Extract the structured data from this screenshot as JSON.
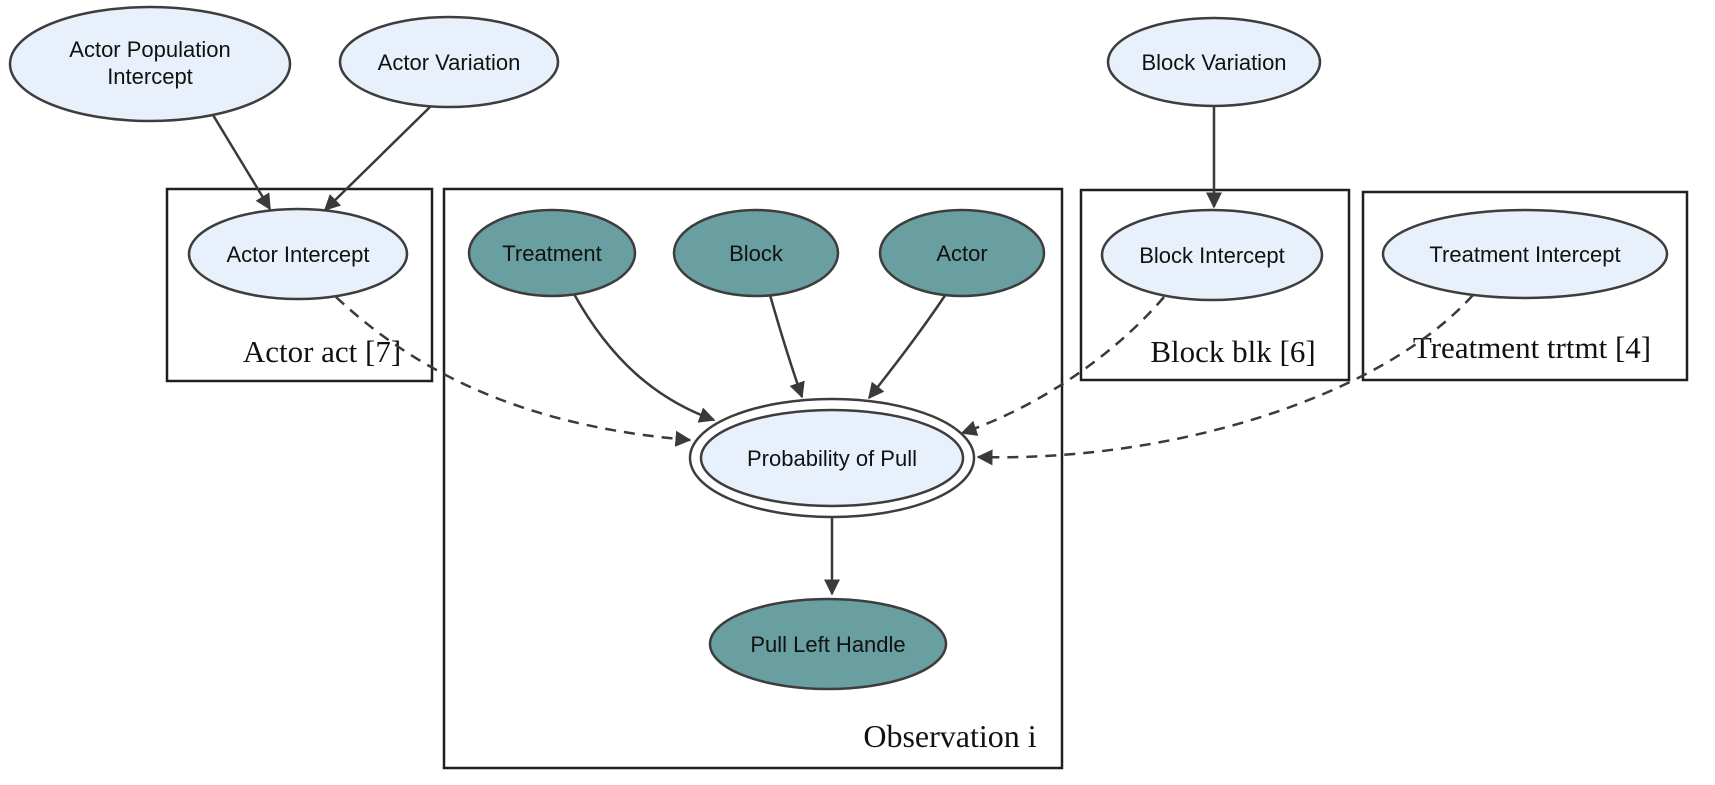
{
  "diagram_type": "bayesian-graphical-model-plate-notation",
  "colors": {
    "background": "#ffffff",
    "node_light_fill": "#e8f1fb",
    "node_teal_fill": "#699fa1",
    "node_stroke": "#3d3d3d",
    "plate_stroke": "#1f1f1f",
    "edge_color": "#3a3a3a",
    "text_color": "#111111"
  },
  "plates": [
    {
      "id": "actor_plate",
      "label": "Actor act [7]"
    },
    {
      "id": "observation_plate",
      "label": "Observation i"
    },
    {
      "id": "block_plate",
      "label": "Block blk [6]"
    },
    {
      "id": "treatment_plate",
      "label": "Treatment trtmt [4]"
    }
  ],
  "nodes": {
    "actor_population_intercept": {
      "label": "Actor Population Intercept",
      "line1": "Actor Population",
      "line2": "Intercept",
      "style": "light-ellipse"
    },
    "actor_variation": {
      "label": "Actor Variation",
      "style": "light-ellipse"
    },
    "block_variation": {
      "label": "Block Variation",
      "style": "light-ellipse"
    },
    "actor_intercept": {
      "label": "Actor Intercept",
      "style": "light-ellipse",
      "plate": "Actor act [7]"
    },
    "treatment": {
      "label": "Treatment",
      "style": "teal-ellipse",
      "plate": "Observation i"
    },
    "block": {
      "label": "Block",
      "style": "teal-ellipse",
      "plate": "Observation i"
    },
    "actor": {
      "label": "Actor",
      "style": "teal-ellipse",
      "plate": "Observation i"
    },
    "block_intercept": {
      "label": "Block Intercept",
      "style": "light-ellipse",
      "plate": "Block blk [6]"
    },
    "treatment_intercept": {
      "label": "Treatment Intercept",
      "style": "light-ellipse",
      "plate": "Treatment trtmt [4]"
    },
    "probability_of_pull": {
      "label": "Probability of Pull",
      "style": "light-double-ellipse",
      "plate": "Observation i"
    },
    "pull_left_handle": {
      "label": "Pull Left Handle",
      "style": "teal-ellipse",
      "plate": "Observation i"
    }
  },
  "edges": [
    {
      "from": "actor_population_intercept",
      "to": "actor_intercept",
      "style": "solid"
    },
    {
      "from": "actor_variation",
      "to": "actor_intercept",
      "style": "solid"
    },
    {
      "from": "block_variation",
      "to": "block_intercept",
      "style": "solid"
    },
    {
      "from": "treatment",
      "to": "probability_of_pull",
      "style": "solid"
    },
    {
      "from": "block",
      "to": "probability_of_pull",
      "style": "solid"
    },
    {
      "from": "actor",
      "to": "probability_of_pull",
      "style": "solid"
    },
    {
      "from": "actor_intercept",
      "to": "probability_of_pull",
      "style": "dashed"
    },
    {
      "from": "block_intercept",
      "to": "probability_of_pull",
      "style": "dashed"
    },
    {
      "from": "treatment_intercept",
      "to": "probability_of_pull",
      "style": "dashed"
    },
    {
      "from": "probability_of_pull",
      "to": "pull_left_handle",
      "style": "solid"
    }
  ]
}
